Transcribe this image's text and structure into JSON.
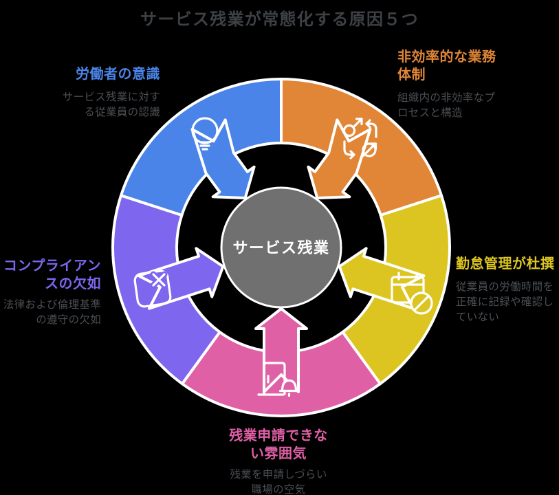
{
  "title": "サービス残業が常態化する原因５つ",
  "background_color": "#000000",
  "center": {
    "label": "サービス残業",
    "fill": "#707070",
    "ring_color": "#ffffff"
  },
  "causes": [
    {
      "name": "workers-awareness",
      "position": "top-left",
      "color": "#4a84e8",
      "icon": "lightbulb-icon",
      "heading": "労働者の意識",
      "heading_lines": [
        "労働者の意識"
      ],
      "description": "サービス残業に対する従業員の認識",
      "description_lines": [
        "サービス残業に対す",
        "る従業員の認識"
      ]
    },
    {
      "name": "inefficient-workflow",
      "position": "top-right",
      "color": "#e08636",
      "icon": "process-cycle-icon",
      "heading": "非効率的な業務体制",
      "heading_lines": [
        "非効率的な業務",
        "体制"
      ],
      "description": "組織内の非効率なプロセスと構造",
      "description_lines": [
        "組織内の非効率なプ",
        "ロセスと構造"
      ]
    },
    {
      "name": "sloppy-attendance-management",
      "position": "right",
      "color": "#dcc520",
      "icon": "calendar-blocked-icon",
      "heading": "勤怠管理が杜撰",
      "heading_lines": [
        "勤怠管理が杜撰"
      ],
      "description": "従業員の労働時間を正確に記録や確認していない",
      "description_lines": [
        "従業員の労働時間を",
        "正確に記録や確認し",
        "ていない"
      ]
    },
    {
      "name": "cant-request-overtime",
      "position": "bottom",
      "color": "#e060a6",
      "icon": "door-bell-icon",
      "heading": "残業申請できない雰囲気",
      "heading_lines": [
        "残業申請できな",
        "い雰囲気"
      ],
      "description": "残業を申請しづらい職場の空気",
      "description_lines": [
        "残業を申請しづらい",
        "職場の空気"
      ]
    },
    {
      "name": "lack-of-compliance",
      "position": "left",
      "color": "#7e66ee",
      "icon": "box-remove-icon",
      "heading": "コンプライアンスの欠如",
      "heading_lines": [
        "コンプライアン",
        "スの欠如"
      ],
      "description": "法律および倫理基準の遵守の欠如",
      "description_lines": [
        "法律および倫理基準",
        "の遵守の欠如"
      ]
    }
  ]
}
